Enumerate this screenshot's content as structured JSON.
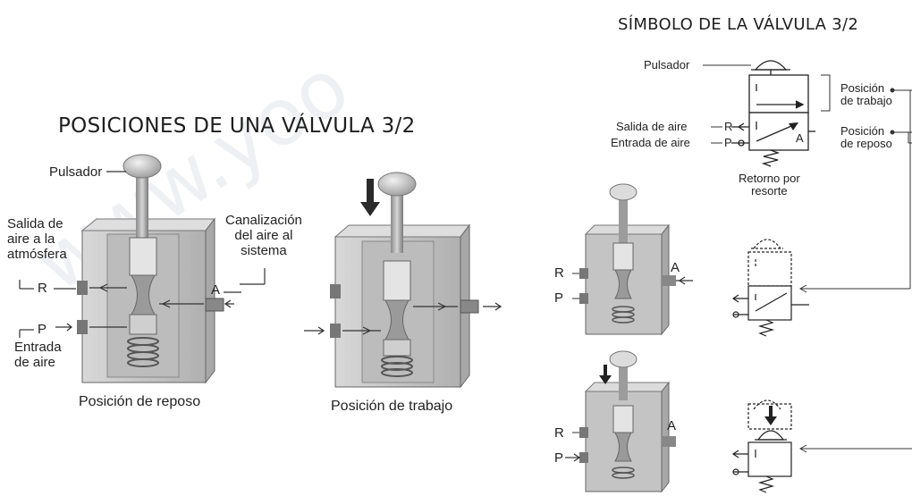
{
  "watermark": "www.yoo",
  "left": {
    "title": "POSICIONES DE UNA VÁLVULA 3/2",
    "label_pulsador": "Pulsador",
    "label_salida": "Salida de\naire a la\natmósfera",
    "label_canalizacion": "Canalización\ndel aire al\nsistema",
    "port_r": "R",
    "port_p": "P",
    "port_a": "A",
    "label_entrada": "Entrada\nde aire",
    "caption_reposo": "Posición de reposo",
    "caption_trabajo": "Posición de trabajo"
  },
  "right": {
    "title": "SÍMBOLO DE LA VÁLVULA 3/2",
    "label_pulsador": "Pulsador",
    "label_salida": "Salida de aire",
    "label_entrada": "Entrada de aire",
    "port_r": "R",
    "port_p": "P",
    "port_a": "A",
    "label_retorno": "Retorno por\nresorte",
    "label_pos_trabajo": "Posición\nde trabajo",
    "label_pos_reposo": "Posición\nde reposo",
    "small_r1": "R",
    "small_p1": "P",
    "small_a1": "A",
    "small_r2": "R",
    "small_p2": "P",
    "small_a2": "A"
  },
  "colors": {
    "metal": "#b9b9b9",
    "body": "#c9c9c9",
    "dark": "#4a4a4a",
    "line": "#333333"
  }
}
